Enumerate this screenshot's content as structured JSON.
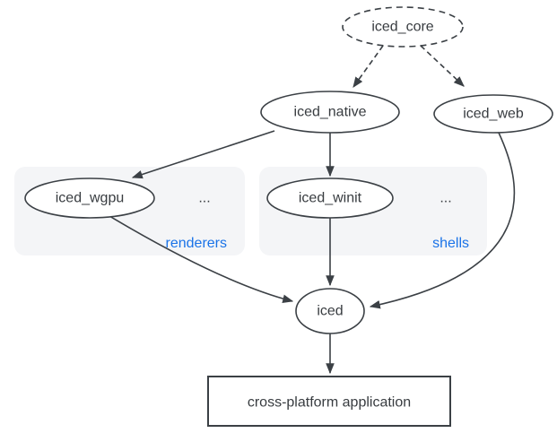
{
  "diagram": {
    "nodes": {
      "iced_core": {
        "label": "iced_core",
        "shape": "ellipse",
        "border": "dashed"
      },
      "iced_native": {
        "label": "iced_native",
        "shape": "ellipse",
        "border": "solid"
      },
      "iced_web": {
        "label": "iced_web",
        "shape": "ellipse",
        "border": "solid"
      },
      "iced_wgpu": {
        "label": "iced_wgpu",
        "shape": "ellipse",
        "border": "solid"
      },
      "iced_winit": {
        "label": "iced_winit",
        "shape": "ellipse",
        "border": "solid"
      },
      "iced": {
        "label": "iced",
        "shape": "ellipse",
        "border": "solid"
      },
      "app": {
        "label": "cross-platform application",
        "shape": "rect",
        "border": "solid"
      }
    },
    "groups": {
      "renderers": {
        "label": "renderers",
        "ellipsis": "...",
        "members": [
          "iced_wgpu"
        ]
      },
      "shells": {
        "label": "shells",
        "ellipsis": "...",
        "members": [
          "iced_winit"
        ]
      }
    },
    "edges": [
      {
        "from": "iced_core",
        "to": "iced_native",
        "style": "dashed"
      },
      {
        "from": "iced_core",
        "to": "iced_web",
        "style": "dashed"
      },
      {
        "from": "iced_native",
        "to": "iced_wgpu",
        "style": "solid"
      },
      {
        "from": "iced_native",
        "to": "iced_winit",
        "style": "solid"
      },
      {
        "from": "iced_wgpu",
        "to": "iced",
        "style": "solid"
      },
      {
        "from": "iced_winit",
        "to": "iced",
        "style": "solid"
      },
      {
        "from": "iced_web",
        "to": "iced",
        "style": "solid"
      },
      {
        "from": "iced",
        "to": "app",
        "style": "solid"
      }
    ],
    "colors": {
      "stroke": "#3b4045",
      "text": "#383c40",
      "node_fill": "#ffffff",
      "group_fill": "#f4f5f7",
      "group_label": "#1a73e8",
      "background": "#ffffff"
    }
  }
}
